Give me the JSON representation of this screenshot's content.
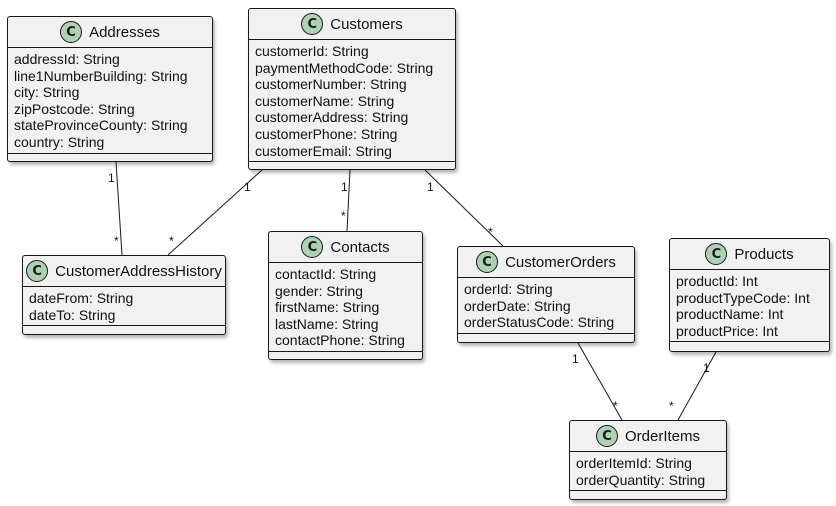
{
  "classes": [
    {
      "id": "addresses",
      "name": "Addresses",
      "attributes": [
        "addressId: String",
        "line1NumberBuilding: String",
        "city: String",
        "zipPostcode: String",
        "stateProvinceCounty: String",
        "country: String"
      ]
    },
    {
      "id": "customers",
      "name": "Customers",
      "attributes": [
        "customerId: String",
        "paymentMethodCode: String",
        "customerNumber: String",
        "customerName: String",
        "customerAddress: String",
        "customerPhone: String",
        "customerEmail: String"
      ]
    },
    {
      "id": "customer-address-history",
      "name": "CustomerAddressHistory",
      "attributes": [
        "dateFrom: String",
        "dateTo: String"
      ]
    },
    {
      "id": "contacts",
      "name": "Contacts",
      "attributes": [
        "contactId: String",
        "gender: String",
        "firstName: String",
        "lastName: String",
        "contactPhone: String"
      ]
    },
    {
      "id": "customer-orders",
      "name": "CustomerOrders",
      "attributes": [
        "orderId: String",
        "orderDate: String",
        "orderStatusCode: String"
      ]
    },
    {
      "id": "products",
      "name": "Products",
      "attributes": [
        "productId: Int",
        "productTypeCode: Int",
        "productName: Int",
        "productPrice: Int"
      ]
    },
    {
      "id": "order-items",
      "name": "OrderItems",
      "attributes": [
        "orderItemId: String",
        "orderQuantity: String"
      ]
    }
  ],
  "class_icon_letter": "C",
  "associations": [
    {
      "from": "Addresses",
      "to": "CustomerAddressHistory",
      "from_mult": "1",
      "to_mult": "*"
    },
    {
      "from": "Customers",
      "to": "CustomerAddressHistory",
      "from_mult": "1",
      "to_mult": "*"
    },
    {
      "from": "Customers",
      "to": "Contacts",
      "from_mult": "1",
      "to_mult": "*"
    },
    {
      "from": "Customers",
      "to": "CustomerOrders",
      "from_mult": "1",
      "to_mult": "*"
    },
    {
      "from": "CustomerOrders",
      "to": "OrderItems",
      "from_mult": "1",
      "to_mult": "*"
    },
    {
      "from": "Products",
      "to": "OrderItems",
      "from_mult": "1",
      "to_mult": "*"
    }
  ],
  "colors": {
    "class_fill": "#f1f1f1",
    "icon_fill": "#add1b2",
    "stroke": "#181818"
  }
}
